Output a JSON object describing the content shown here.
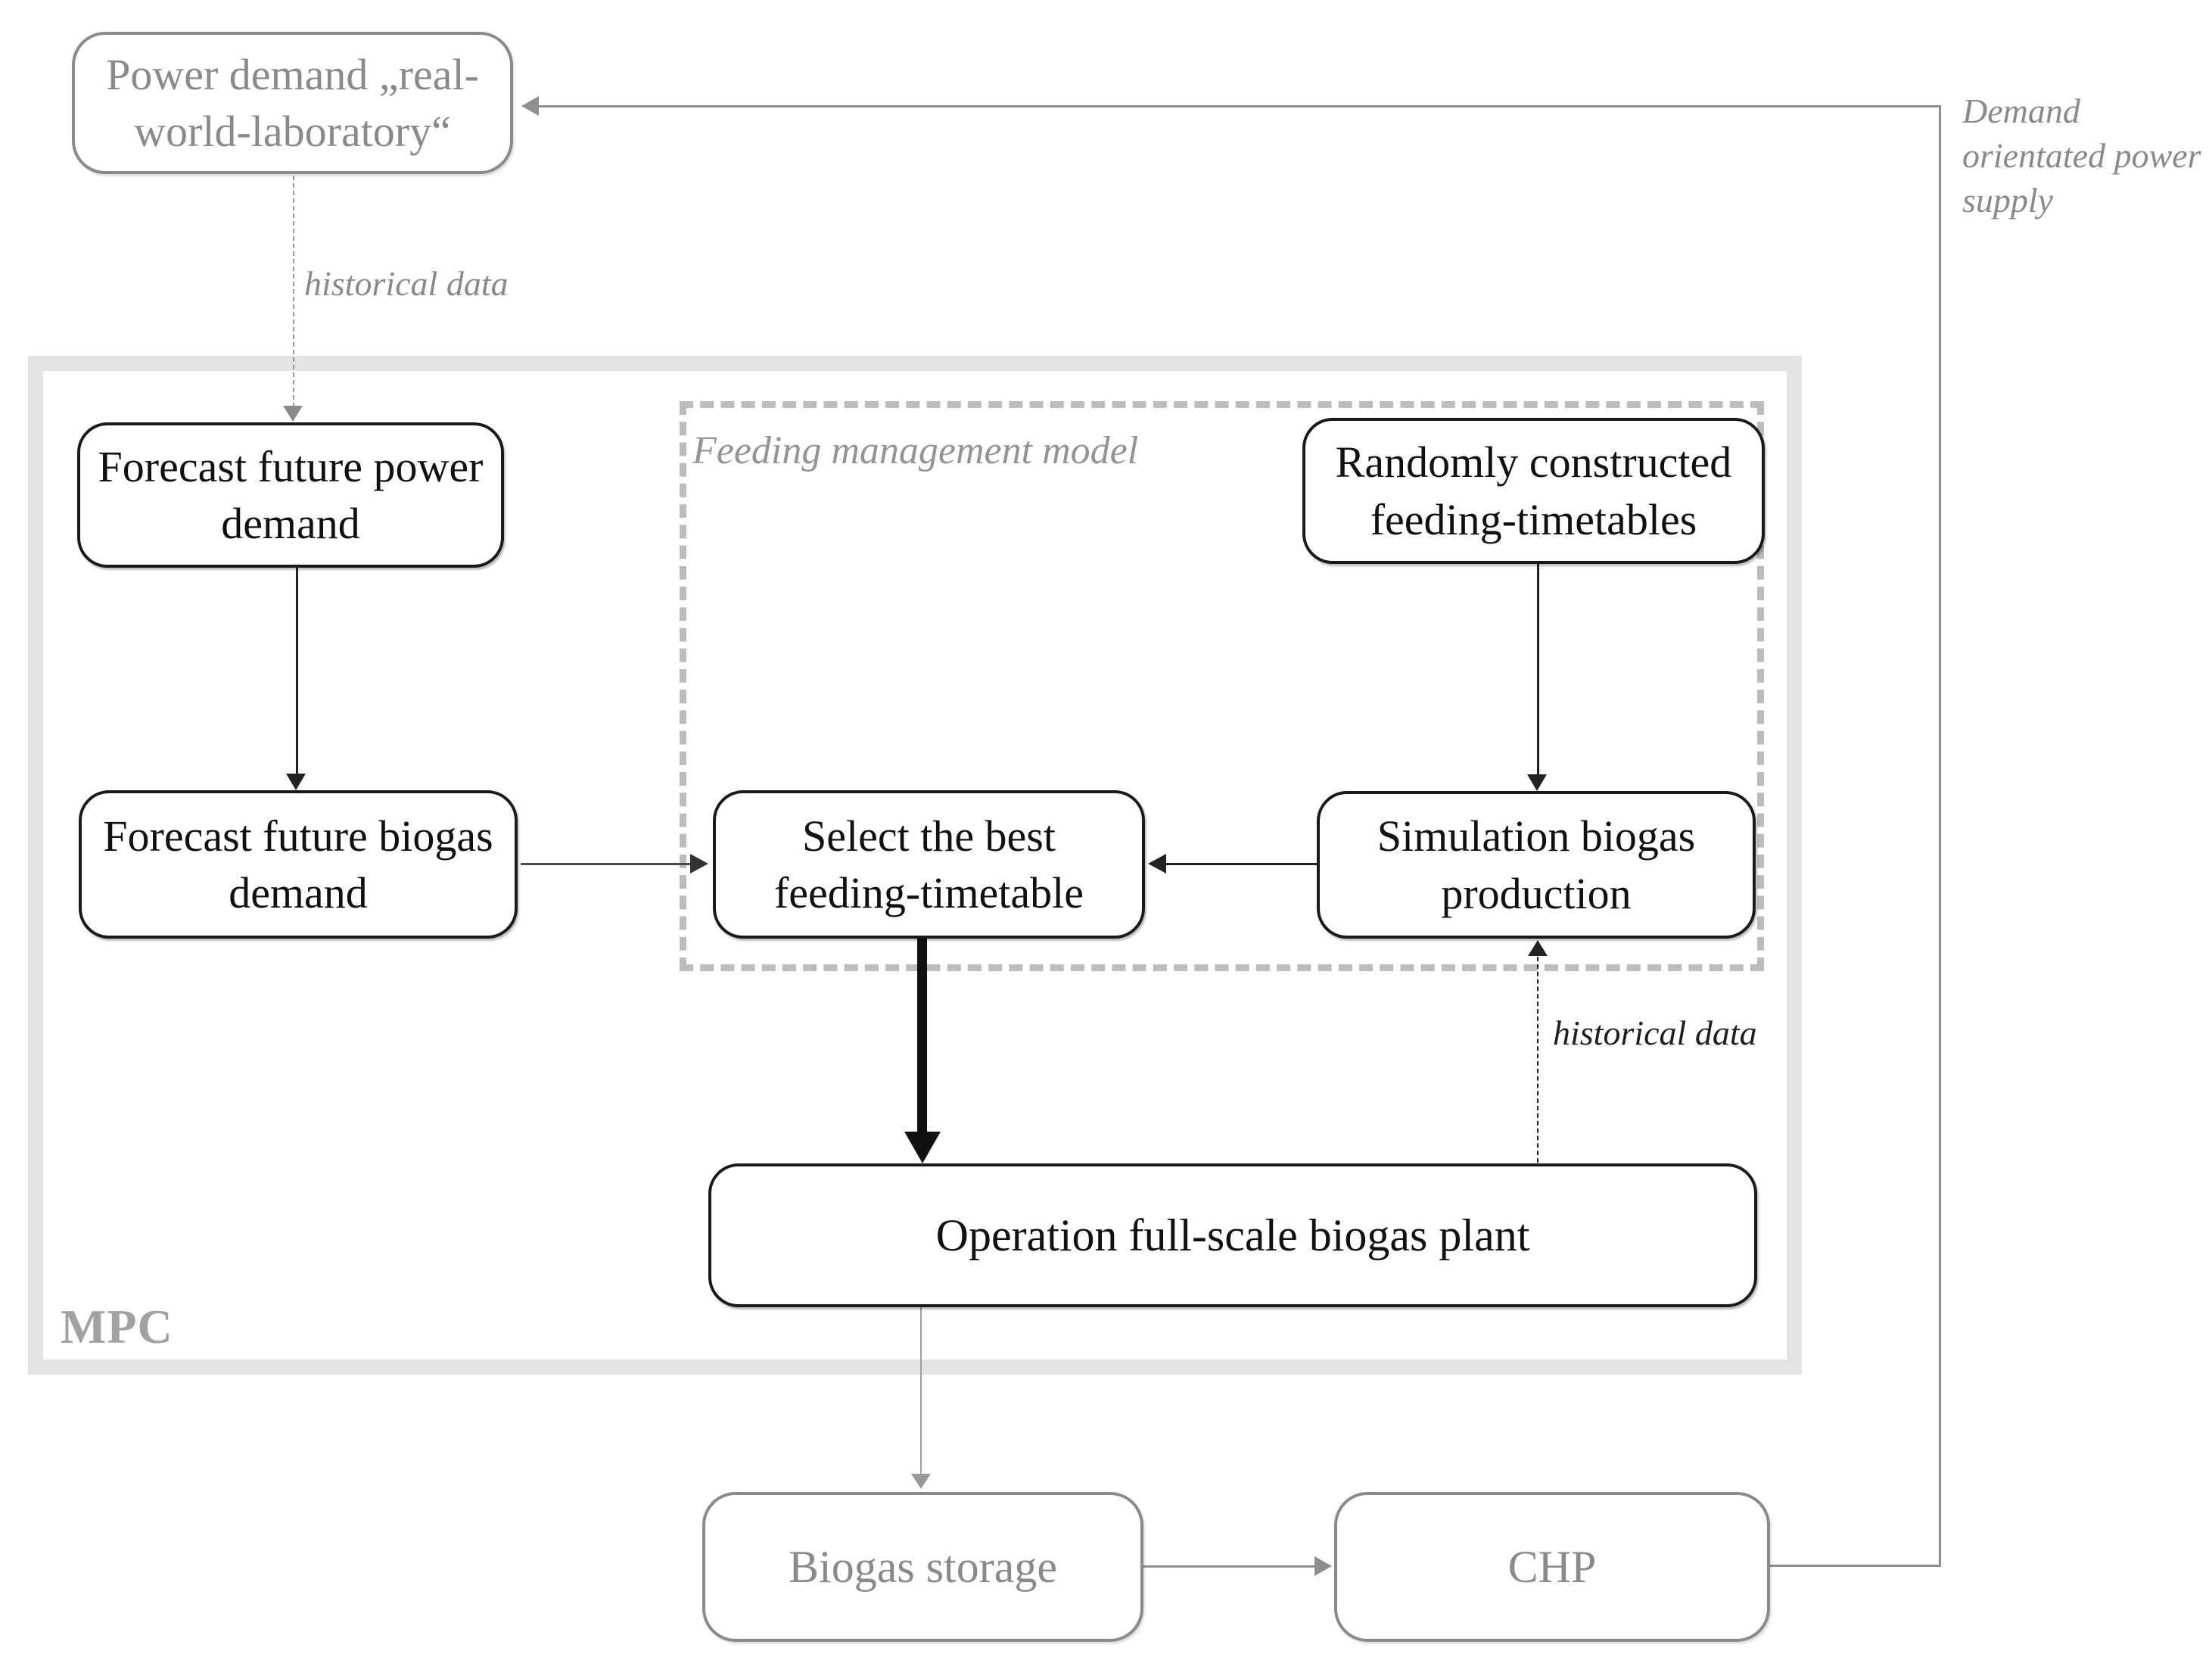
{
  "figure": {
    "boxes": {
      "power_demand": {
        "label": "Power demand „real-world-laboratory“"
      },
      "forecast_power": {
        "label": "Forecast future power demand"
      },
      "forecast_biogas": {
        "label": "Forecast future biogas demand"
      },
      "random_timetables": {
        "label": "Randomly constructed feeding-timetables"
      },
      "select_timetable": {
        "label": "Select the best feeding-timetable"
      },
      "simulation": {
        "label": "Simulation biogas production"
      },
      "operation": {
        "label": "Operation full-scale biogas plant"
      },
      "biogas_storage": {
        "label": "Biogas storage"
      },
      "chp": {
        "label": "CHP"
      }
    },
    "containers": {
      "mpc": {
        "label": "MPC"
      },
      "feeding_model": {
        "label": "Feeding management model"
      }
    },
    "annotations": {
      "historical_data_top": "historical data",
      "historical_data_sim": "historical data",
      "demand_supply": "Demand orientated power supply"
    },
    "colors": {
      "node_border_black": "#1a1a1a",
      "muted_gray": "#8a8a8a",
      "mpc_frame_gray": "#e3e3e3",
      "feeding_dash_gray": "#bcbcbc",
      "background": "#ffffff"
    }
  }
}
